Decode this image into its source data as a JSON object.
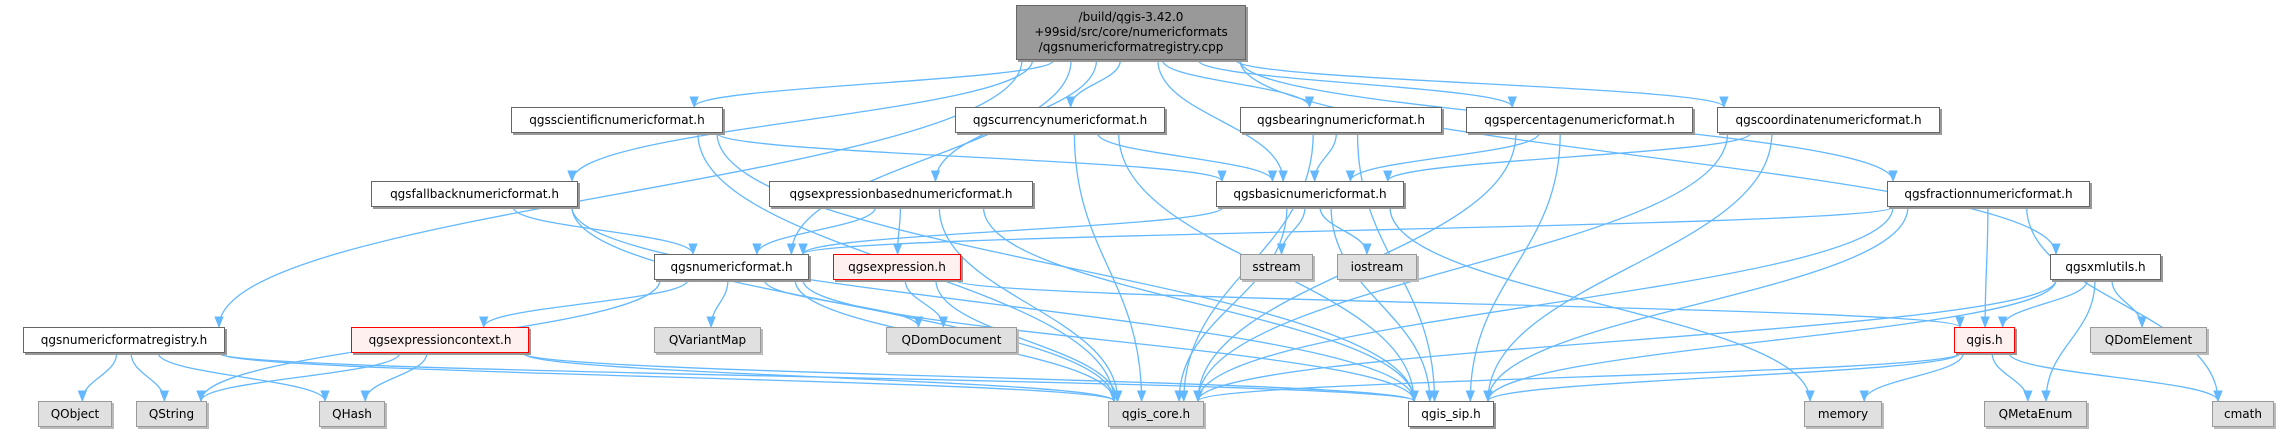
{
  "colors": {
    "edge": "#63b8ff",
    "root_fill": "#999999",
    "external_fill": "#e0e0e0",
    "incomplete_border": "#ff0000"
  },
  "nodes": {
    "root": {
      "lines": [
        "/build/qgis-3.42.0",
        "+99sid/src/core/numericformats",
        "/qgsnumericformatregistry.cpp"
      ],
      "style": "root"
    },
    "scientific": {
      "label": "qgsscientificnumericformat.h",
      "style": "normal"
    },
    "currency": {
      "label": "qgscurrencynumericformat.h",
      "style": "normal"
    },
    "bearing": {
      "label": "qgsbearingnumericformat.h",
      "style": "normal"
    },
    "percentage": {
      "label": "qgspercentagenumericformat.h",
      "style": "normal"
    },
    "coordinate": {
      "label": "qgscoordinatenumericformat.h",
      "style": "normal"
    },
    "fallback": {
      "label": "qgsfallbacknumericformat.h",
      "style": "normal"
    },
    "exprbased": {
      "label": "qgsexpressionbasednumericformat.h",
      "style": "normal"
    },
    "basic": {
      "label": "qgsbasicnumericformat.h",
      "style": "normal"
    },
    "fraction": {
      "label": "qgsfractionnumericformat.h",
      "style": "normal"
    },
    "numericformat": {
      "label": "qgsnumericformat.h",
      "style": "normal"
    },
    "expression": {
      "label": "qgsexpression.h",
      "style": "red"
    },
    "sstream": {
      "label": "sstream",
      "style": "gray"
    },
    "iostream": {
      "label": "iostream",
      "style": "gray"
    },
    "xmlutils": {
      "label": "qgsxmlutils.h",
      "style": "normal"
    },
    "registry": {
      "label": "qgsnumericformatregistry.h",
      "style": "normal"
    },
    "exprcontext": {
      "label": "qgsexpressioncontext.h",
      "style": "red"
    },
    "qvariantmap": {
      "label": "QVariantMap",
      "style": "gray"
    },
    "qdomdocument": {
      "label": "QDomDocument",
      "style": "gray"
    },
    "qgis": {
      "label": "qgis.h",
      "style": "red"
    },
    "qdomelement": {
      "label": "QDomElement",
      "style": "gray"
    },
    "qobject": {
      "label": "QObject",
      "style": "gray"
    },
    "qstring": {
      "label": "QString",
      "style": "gray"
    },
    "qhash": {
      "label": "QHash",
      "style": "gray"
    },
    "qgis_core": {
      "label": "qgis_core.h",
      "style": "gray"
    },
    "qgis_sip": {
      "label": "qgis_sip.h",
      "style": "normal"
    },
    "memory": {
      "label": "memory",
      "style": "gray"
    },
    "qmetaenum": {
      "label": "QMetaEnum",
      "style": "gray"
    },
    "cmath": {
      "label": "cmath",
      "style": "gray"
    }
  },
  "edges": [
    [
      "root",
      "scientific"
    ],
    [
      "root",
      "currency"
    ],
    [
      "root",
      "bearing"
    ],
    [
      "root",
      "percentage"
    ],
    [
      "root",
      "coordinate"
    ],
    [
      "root",
      "fallback"
    ],
    [
      "root",
      "exprbased"
    ],
    [
      "root",
      "basic"
    ],
    [
      "root",
      "fraction"
    ],
    [
      "root",
      "numericformat"
    ],
    [
      "root",
      "registry"
    ],
    [
      "root",
      "xmlutils"
    ],
    [
      "scientific",
      "basic"
    ],
    [
      "scientific",
      "qgis_core"
    ],
    [
      "scientific",
      "qgis_sip"
    ],
    [
      "currency",
      "basic"
    ],
    [
      "currency",
      "qgis_core"
    ],
    [
      "currency",
      "qgis_sip"
    ],
    [
      "bearing",
      "basic"
    ],
    [
      "bearing",
      "qgis_core"
    ],
    [
      "bearing",
      "qgis_sip"
    ],
    [
      "percentage",
      "basic"
    ],
    [
      "percentage",
      "qgis_core"
    ],
    [
      "percentage",
      "qgis_sip"
    ],
    [
      "coordinate",
      "basic"
    ],
    [
      "coordinate",
      "qgis_core"
    ],
    [
      "coordinate",
      "qgis_sip"
    ],
    [
      "fallback",
      "numericformat"
    ],
    [
      "fallback",
      "qgis_core"
    ],
    [
      "fallback",
      "qgis_sip"
    ],
    [
      "exprbased",
      "numericformat"
    ],
    [
      "exprbased",
      "expression"
    ],
    [
      "exprbased",
      "qgis_core"
    ],
    [
      "exprbased",
      "qgis_sip"
    ],
    [
      "basic",
      "numericformat"
    ],
    [
      "basic",
      "sstream"
    ],
    [
      "basic",
      "iostream"
    ],
    [
      "basic",
      "memory"
    ],
    [
      "basic",
      "qgis_core"
    ],
    [
      "basic",
      "qgis_sip"
    ],
    [
      "fraction",
      "numericformat"
    ],
    [
      "fraction",
      "qgis"
    ],
    [
      "fraction",
      "cmath"
    ],
    [
      "fraction",
      "qgis_core"
    ],
    [
      "fraction",
      "qgis_sip"
    ],
    [
      "numericformat",
      "exprcontext"
    ],
    [
      "numericformat",
      "qvariantmap"
    ],
    [
      "numericformat",
      "qdomdocument"
    ],
    [
      "numericformat",
      "qstring"
    ],
    [
      "numericformat",
      "qgis_core"
    ],
    [
      "numericformat",
      "qgis_sip"
    ],
    [
      "expression",
      "qdomdocument"
    ],
    [
      "expression",
      "qgis"
    ],
    [
      "expression",
      "qgis_core"
    ],
    [
      "xmlutils",
      "qgis"
    ],
    [
      "xmlutils",
      "qdomelement"
    ],
    [
      "xmlutils",
      "qmetaenum"
    ],
    [
      "xmlutils",
      "qgis_core"
    ],
    [
      "xmlutils",
      "qgis_sip"
    ],
    [
      "registry",
      "qobject"
    ],
    [
      "registry",
      "qstring"
    ],
    [
      "registry",
      "qhash"
    ],
    [
      "registry",
      "qgis_core"
    ],
    [
      "registry",
      "qgis_sip"
    ],
    [
      "exprcontext",
      "qstring"
    ],
    [
      "exprcontext",
      "qhash"
    ],
    [
      "exprcontext",
      "qgis_core"
    ],
    [
      "exprcontext",
      "qgis_sip"
    ],
    [
      "qgis",
      "memory"
    ],
    [
      "qgis",
      "qmetaenum"
    ],
    [
      "qgis",
      "cmath"
    ],
    [
      "qgis",
      "qgis_core"
    ],
    [
      "qgis",
      "qgis_sip"
    ]
  ]
}
